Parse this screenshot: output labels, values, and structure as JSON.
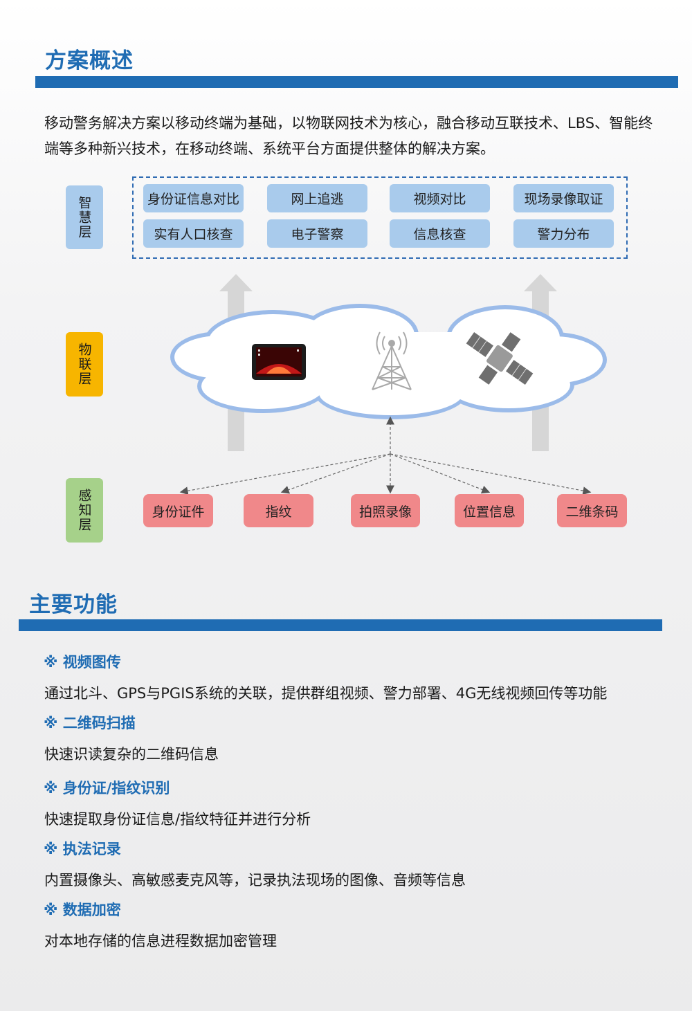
{
  "section1": {
    "title": "方案概述",
    "intro": "移动警务解决方案以移动终端为基础，以物联网技术为核心，融合移动互联技术、LBS、智能终端等多种新兴技术，在移动终端、系统平台方面提供整体的解决方案。"
  },
  "diagram": {
    "layers": {
      "smart": "智慧层",
      "iot": "物联层",
      "sense": "感知层"
    },
    "smart_items": [
      "身份证信息对比",
      "网上追逃",
      "视频对比",
      "现场录像取证",
      "实有人口核查",
      "电子警察",
      "信息核查",
      "警力分布"
    ],
    "iot_items": [
      "tablet-device",
      "signal-tower-icon",
      "satellite-icon"
    ],
    "sense_items": [
      "身份证件",
      "指纹",
      "拍照录像",
      "位置信息",
      "二维条码"
    ],
    "colors": {
      "smart_label": "#a9cbec",
      "iot_label": "#f7b500",
      "sense_label": "#a6d18a",
      "smart_button": "#a9cbec",
      "sense_button": "#f0888a",
      "cloud_border": "#9bbbe9",
      "arrow": "#d6d6d6"
    }
  },
  "section2": {
    "title": "主要功能",
    "features": [
      {
        "heading": "※ 视频图传",
        "desc": "通过北斗、GPS与PGIS系统的关联，提供群组视频、警力部署、4G无线视频回传等功能"
      },
      {
        "heading": "※ 二维码扫描",
        "desc": "快速识读复杂的二维码信息"
      },
      {
        "heading": "※ 身份证/指纹识别",
        "desc": "快速提取身份证信息/指纹特征并进行分析"
      },
      {
        "heading": "※ 执法记录",
        "desc": "内置摄像头、高敏感麦克风等，记录执法现场的图像、音频等信息"
      },
      {
        "heading": "※ 数据加密",
        "desc": "对本地存储的信息进程数据加密管理"
      }
    ]
  },
  "accent_color": "#1f6cb3"
}
